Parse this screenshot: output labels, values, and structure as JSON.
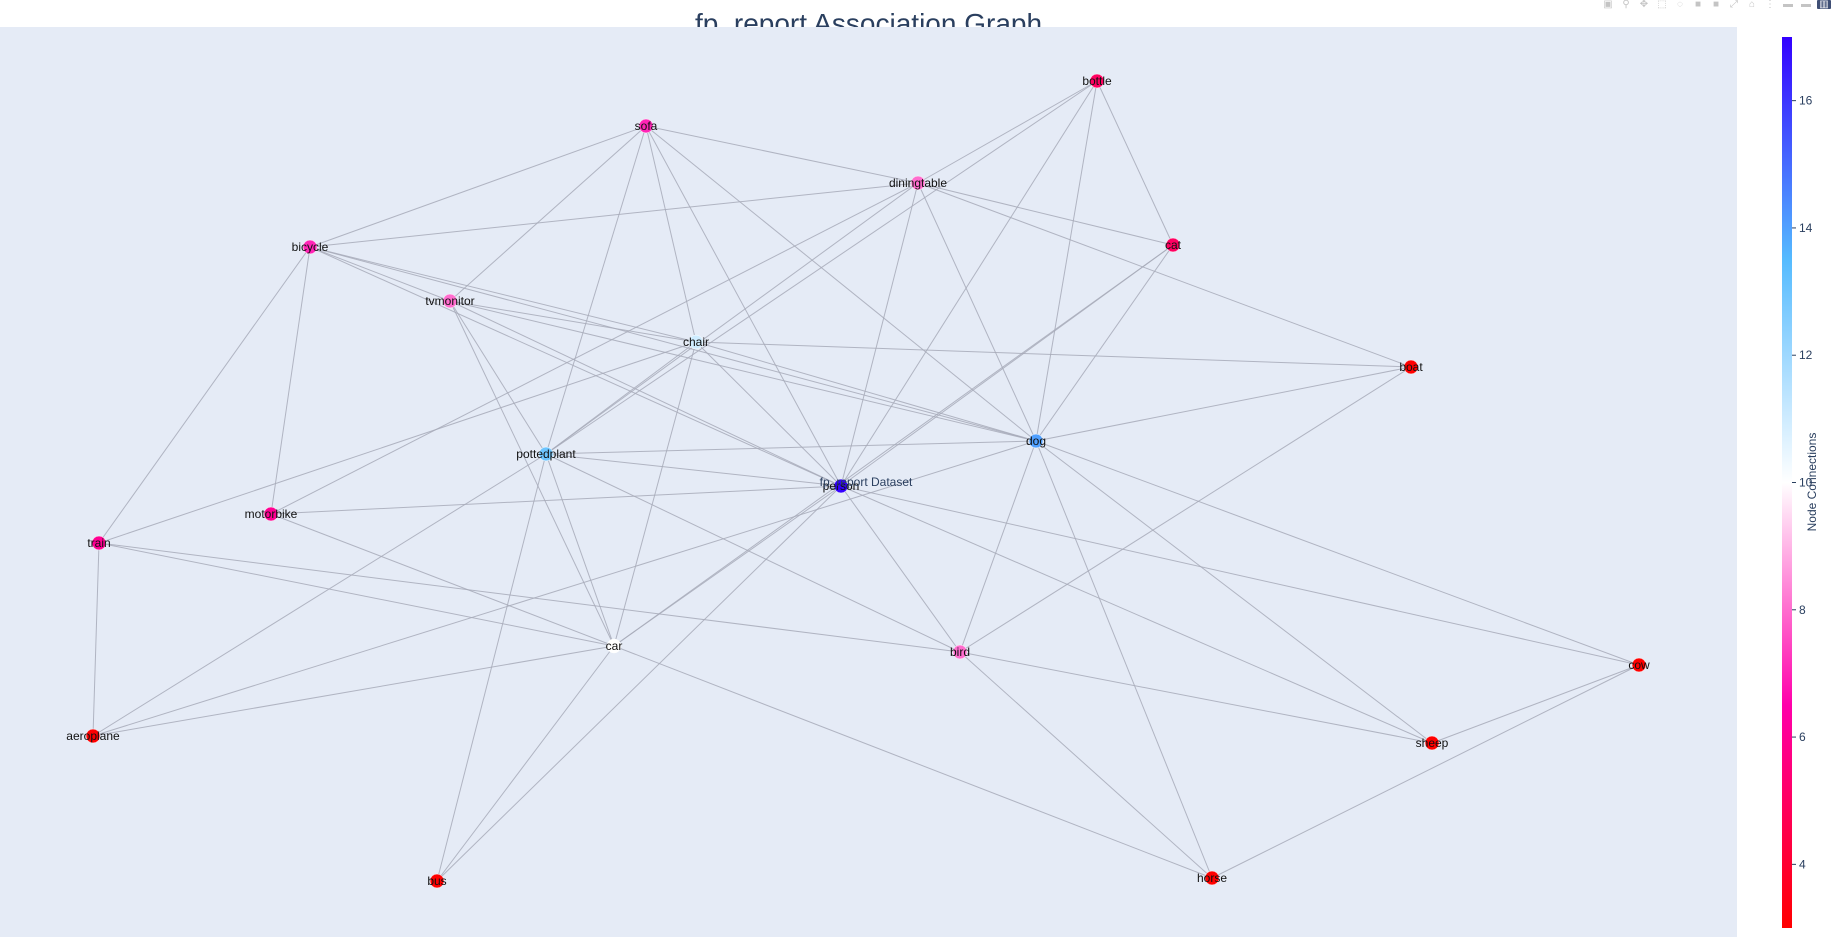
{
  "title": "fp_report Association Graph",
  "annotation": "fp_report Dataset",
  "toolbar": {
    "icons": [
      "camera-icon",
      "zoom-icon",
      "pan-icon",
      "box-select-icon",
      "lasso-icon",
      "zoom-in-icon",
      "zoom-out-icon",
      "autoscale-icon",
      "reset-icon",
      "spike-icon",
      "compare-icon",
      "hover-icon",
      "plotly-logo"
    ]
  },
  "colorbar": {
    "title": "Node Connections",
    "min": 3,
    "max": 17,
    "ticks": [
      4,
      6,
      8,
      10,
      12,
      14,
      16
    ],
    "tick_labels": [
      "4",
      "6",
      "8",
      "10",
      "12",
      "14",
      "16"
    ]
  },
  "colors": {
    "plot_bg": "#e5ebf6",
    "edge": "#a7aab8",
    "scale": [
      "#ff0000",
      "#ff00aa",
      "#ffffff",
      "#55bbff",
      "#3300ff"
    ]
  },
  "graph": {
    "nodes": [
      {
        "id": "person",
        "label": "person",
        "connections": 17
      },
      {
        "id": "dog",
        "label": "dog",
        "connections": 14
      },
      {
        "id": "pottedplant",
        "label": "pottedplant",
        "connections": 13
      },
      {
        "id": "chair",
        "label": "chair",
        "connections": 11
      },
      {
        "id": "car",
        "label": "car",
        "connections": 10
      },
      {
        "id": "bird",
        "label": "bird",
        "connections": 8
      },
      {
        "id": "tvmonitor",
        "label": "tvmonitor",
        "connections": 8
      },
      {
        "id": "diningtable",
        "label": "diningtable",
        "connections": 8
      },
      {
        "id": "sofa",
        "label": "sofa",
        "connections": 7
      },
      {
        "id": "bicycle",
        "label": "bicycle",
        "connections": 7
      },
      {
        "id": "motorbike",
        "label": "motorbike",
        "connections": 6
      },
      {
        "id": "train",
        "label": "train",
        "connections": 6
      },
      {
        "id": "cat",
        "label": "cat",
        "connections": 5
      },
      {
        "id": "bottle",
        "label": "bottle",
        "connections": 5
      },
      {
        "id": "boat",
        "label": "boat",
        "connections": 3
      },
      {
        "id": "cow",
        "label": "cow",
        "connections": 3
      },
      {
        "id": "sheep",
        "label": "sheep",
        "connections": 3
      },
      {
        "id": "horse",
        "label": "horse",
        "connections": 3
      },
      {
        "id": "aeroplane",
        "label": "aeroplane",
        "connections": 3
      },
      {
        "id": "bus",
        "label": "bus",
        "connections": 3
      }
    ],
    "edges": [
      [
        "sofa",
        "diningtable"
      ],
      [
        "sofa",
        "bicycle"
      ],
      [
        "sofa",
        "tvmonitor"
      ],
      [
        "sofa",
        "chair"
      ],
      [
        "sofa",
        "pottedplant"
      ],
      [
        "sofa",
        "person"
      ],
      [
        "sofa",
        "dog"
      ],
      [
        "bottle",
        "diningtable"
      ],
      [
        "bottle",
        "cat"
      ],
      [
        "bottle",
        "person"
      ],
      [
        "bottle",
        "dog"
      ],
      [
        "bottle",
        "pottedplant"
      ],
      [
        "diningtable",
        "bicycle"
      ],
      [
        "diningtable",
        "cat"
      ],
      [
        "diningtable",
        "pottedplant"
      ],
      [
        "diningtable",
        "person"
      ],
      [
        "diningtable",
        "dog"
      ],
      [
        "diningtable",
        "boat"
      ],
      [
        "diningtable",
        "motorbike"
      ],
      [
        "cat",
        "person"
      ],
      [
        "cat",
        "dog"
      ],
      [
        "cat",
        "car"
      ],
      [
        "bicycle",
        "tvmonitor"
      ],
      [
        "bicycle",
        "chair"
      ],
      [
        "bicycle",
        "person"
      ],
      [
        "bicycle",
        "dog"
      ],
      [
        "bicycle",
        "motorbike"
      ],
      [
        "bicycle",
        "train"
      ],
      [
        "tvmonitor",
        "chair"
      ],
      [
        "tvmonitor",
        "pottedplant"
      ],
      [
        "tvmonitor",
        "person"
      ],
      [
        "tvmonitor",
        "dog"
      ],
      [
        "tvmonitor",
        "car"
      ],
      [
        "chair",
        "boat"
      ],
      [
        "chair",
        "pottedplant"
      ],
      [
        "chair",
        "person"
      ],
      [
        "chair",
        "dog"
      ],
      [
        "chair",
        "train"
      ],
      [
        "chair",
        "car"
      ],
      [
        "pottedplant",
        "dog"
      ],
      [
        "pottedplant",
        "person"
      ],
      [
        "pottedplant",
        "car"
      ],
      [
        "pottedplant",
        "bird"
      ],
      [
        "pottedplant",
        "bus"
      ],
      [
        "pottedplant",
        "aeroplane"
      ],
      [
        "person",
        "motorbike"
      ],
      [
        "person",
        "car"
      ],
      [
        "person",
        "bird"
      ],
      [
        "person",
        "sheep"
      ],
      [
        "person",
        "cow"
      ],
      [
        "person",
        "bus"
      ],
      [
        "dog",
        "boat"
      ],
      [
        "dog",
        "bird"
      ],
      [
        "dog",
        "sheep"
      ],
      [
        "dog",
        "cow"
      ],
      [
        "dog",
        "horse"
      ],
      [
        "dog",
        "aeroplane"
      ],
      [
        "motorbike",
        "car"
      ],
      [
        "train",
        "car"
      ],
      [
        "train",
        "bird"
      ],
      [
        "train",
        "aeroplane"
      ],
      [
        "car",
        "aeroplane"
      ],
      [
        "car",
        "horse"
      ],
      [
        "car",
        "bus"
      ],
      [
        "bird",
        "sheep"
      ],
      [
        "bird",
        "horse"
      ],
      [
        "bird",
        "boat"
      ],
      [
        "cow",
        "sheep"
      ],
      [
        "cow",
        "horse"
      ]
    ]
  }
}
